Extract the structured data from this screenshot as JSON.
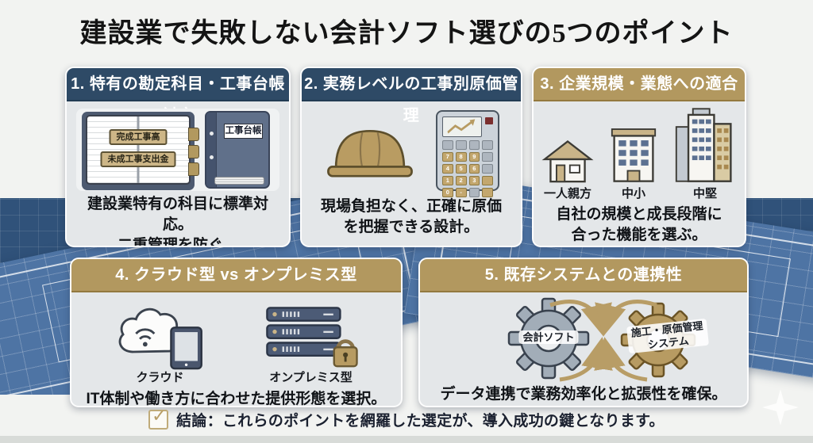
{
  "title": "建設業で失敗しない会計ソフト選びの5つのポイント",
  "colors": {
    "navy_header": "#2e4a66",
    "gold_header": "#b2985f",
    "blueprint_blue": "#4e74a4",
    "card_body": "#e4e7e9",
    "accent_gold": "#b79d66"
  },
  "cards": [
    {
      "heading": "1. 特有の勘定科目・工事台帳対応",
      "body_line1": "建設業特有の科目に標準対応。",
      "body_line2": "二重管理を防ぐ。",
      "ledger_labels": [
        "完成工事高",
        "未成工事支出金"
      ],
      "binder_label": "工事台帳",
      "icons": [
        "ledger-book-icon",
        "binder-icon"
      ]
    },
    {
      "heading": "2. 実務レベルの工事別原価管理",
      "body_line1": "現場負担なく、正確に原価",
      "body_line2": "を把握できる設計。",
      "calc_keys": [
        [
          "7",
          "8",
          "9"
        ],
        [
          "4",
          "5",
          "6"
        ],
        [
          "1",
          "2",
          "3"
        ],
        [
          "0",
          "-"
        ]
      ],
      "icons": [
        "hard-hat-icon",
        "calculator-icon"
      ]
    },
    {
      "heading": "3. 企業規模・業態への適合",
      "body_line1": "自社の規模と成長段階に",
      "body_line2": "合った機能を選ぶ。",
      "building_labels": [
        "一人親方",
        "中小",
        "中堅"
      ],
      "icons": [
        "house-icon",
        "office-building-icon",
        "high-rise-icon"
      ]
    },
    {
      "heading": "4. クラウド型 vs オンプレミス型",
      "body_line1": "IT体制や働き方に合わせた提供形態を選択。",
      "labels": [
        "クラウド",
        "オンプレミス型"
      ],
      "icons": [
        "cloud-tablet-icon",
        "server-lock-icon"
      ]
    },
    {
      "heading": "5. 既存システムとの連携性",
      "body_line1": "データ連携で業務効率化と拡張性を確保。",
      "gear_left_label": "会計ソフト",
      "gear_right_label_line1": "施工・原価管理",
      "gear_right_label_line2": "システム",
      "icons": [
        "gear-icon",
        "gear-icon",
        "sync-arrows-icon"
      ]
    }
  ],
  "conclusion": {
    "icon": "check-box-icon",
    "text": "結論：これらのポイントを網羅した選定が、導入成功の鍵となります。"
  }
}
